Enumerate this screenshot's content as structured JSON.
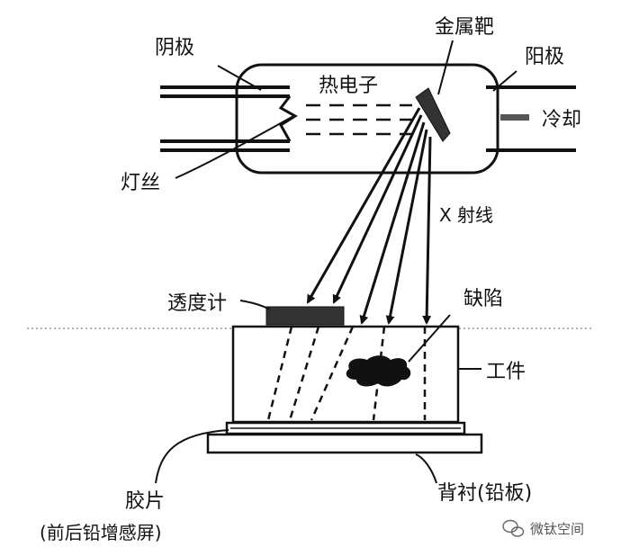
{
  "labels": {
    "cathode": "阴极",
    "anode": "阳极",
    "target": "金属靶",
    "thermal_electrons": "热电子",
    "cooling": "冷却",
    "filament": "灯丝",
    "xray": "X 射线",
    "penetrameter": "透度计",
    "defect": "缺陷",
    "workpiece": "工件",
    "film": "胶片",
    "film_note": "(前后铅增感屏)",
    "backing": "背衬(铅板)"
  },
  "watermark": {
    "text": "微钛空间",
    "icon": "wechat-icon"
  },
  "colors": {
    "line": "#111111",
    "fill_dark": "#333333",
    "guide": "#999999"
  }
}
